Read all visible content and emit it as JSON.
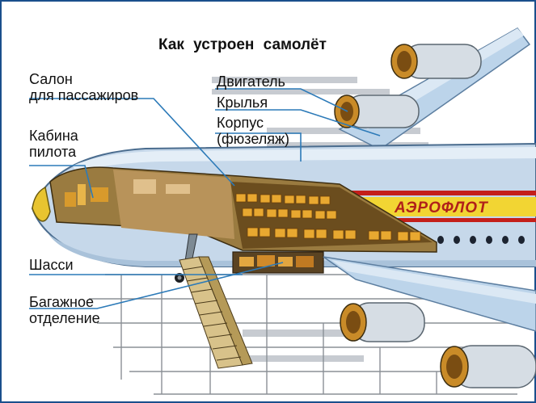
{
  "title": "Как устроен самолёт",
  "airline": "АЭРОФЛОТ",
  "labels": {
    "cabin": [
      "Салон",
      "для пассажиров"
    ],
    "cockpit": [
      "Кабина",
      "пилота"
    ],
    "gear": "Шасси",
    "baggage": [
      "Багажное",
      "отделение"
    ],
    "engine": "Двигатель",
    "wings": "Крылья",
    "fuselage": [
      "Корпус",
      "(фюзеляж)"
    ]
  }
}
